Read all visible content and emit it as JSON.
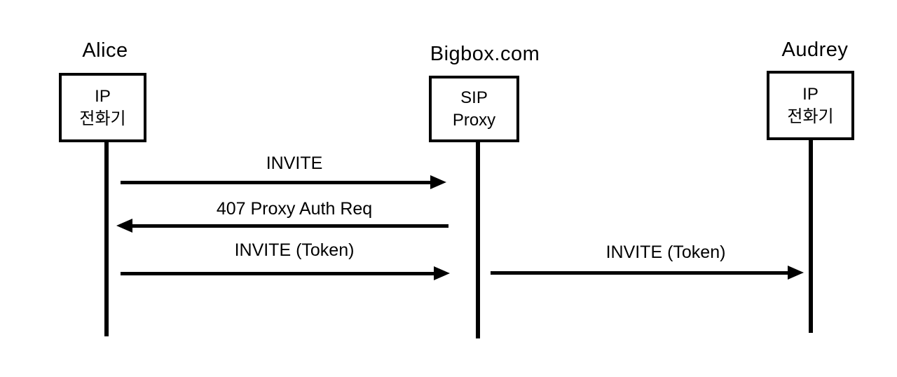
{
  "diagram": {
    "type": "sequence-diagram",
    "background_color": "#ffffff",
    "line_color": "#000000",
    "actors": [
      {
        "id": "alice",
        "title": "Alice",
        "box_line1": "IP",
        "box_line2": "전화기"
      },
      {
        "id": "bigbox",
        "title": "Bigbox.com",
        "box_line1": "SIP",
        "box_line2": "Proxy"
      },
      {
        "id": "audrey",
        "title": "Audrey",
        "box_line1": "IP",
        "box_line2": "전화기"
      }
    ],
    "messages": [
      {
        "label": "INVITE",
        "from": "alice",
        "to": "bigbox",
        "direction": "right"
      },
      {
        "label": "407 Proxy Auth Req",
        "from": "bigbox",
        "to": "alice",
        "direction": "left"
      },
      {
        "label": "INVITE (Token)",
        "from": "alice",
        "to": "bigbox",
        "direction": "right"
      },
      {
        "label": "INVITE (Token)",
        "from": "bigbox",
        "to": "audrey",
        "direction": "right"
      }
    ]
  }
}
